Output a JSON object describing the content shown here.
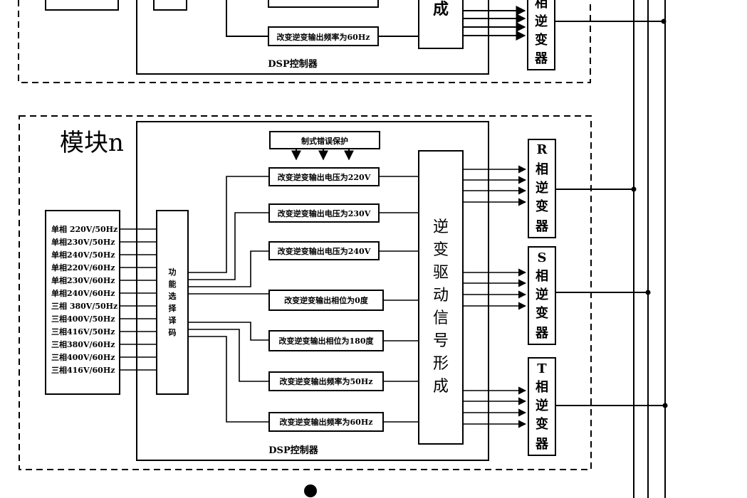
{
  "top_module": {
    "char_cheng": "成",
    "freq60_label": "改变逆变输出频率为60Hz",
    "dsp_label": "DSP控制器",
    "inverter_chars": [
      "相",
      "逆",
      "变",
      "器"
    ]
  },
  "module_n": {
    "title": "模块n",
    "error_protect": "制式错误保护",
    "input_modes": [
      "单相 220V/50Hz",
      "单相230V/50Hz",
      "单相240V/50Hz",
      "单相220V/60Hz",
      "单相230V/60Hz",
      "单相240V/60Hz",
      "三相 380V/50Hz",
      "三相400V/50Hz",
      "三相416V/50Hz",
      "三相380V/60Hz",
      "三相400V/60Hz",
      "三相416V/60Hz"
    ],
    "decoder_chars": [
      "功",
      "能",
      "选",
      "择",
      "译",
      "码"
    ],
    "control_boxes": [
      "改变逆变输出电压为220V",
      "改变逆变输出电压为230V",
      "改变逆变输出电压为240V",
      "改变逆变输出相位为0度",
      "改变逆变输出相位为180度",
      "改变逆变输出频率为50Hz",
      "改变逆变输出频率为60Hz"
    ],
    "signal_gen_chars": [
      "逆",
      "变",
      "驱",
      "动",
      "信",
      "号",
      "形",
      "成"
    ],
    "inverters": [
      {
        "phase": "R",
        "chars": [
          "相",
          "逆",
          "变",
          "器"
        ]
      },
      {
        "phase": "S",
        "chars": [
          "相",
          "逆",
          "变",
          "器"
        ]
      },
      {
        "phase": "T",
        "chars": [
          "相",
          "逆",
          "变",
          "器"
        ]
      }
    ],
    "dsp_label": "DSP控制器"
  }
}
